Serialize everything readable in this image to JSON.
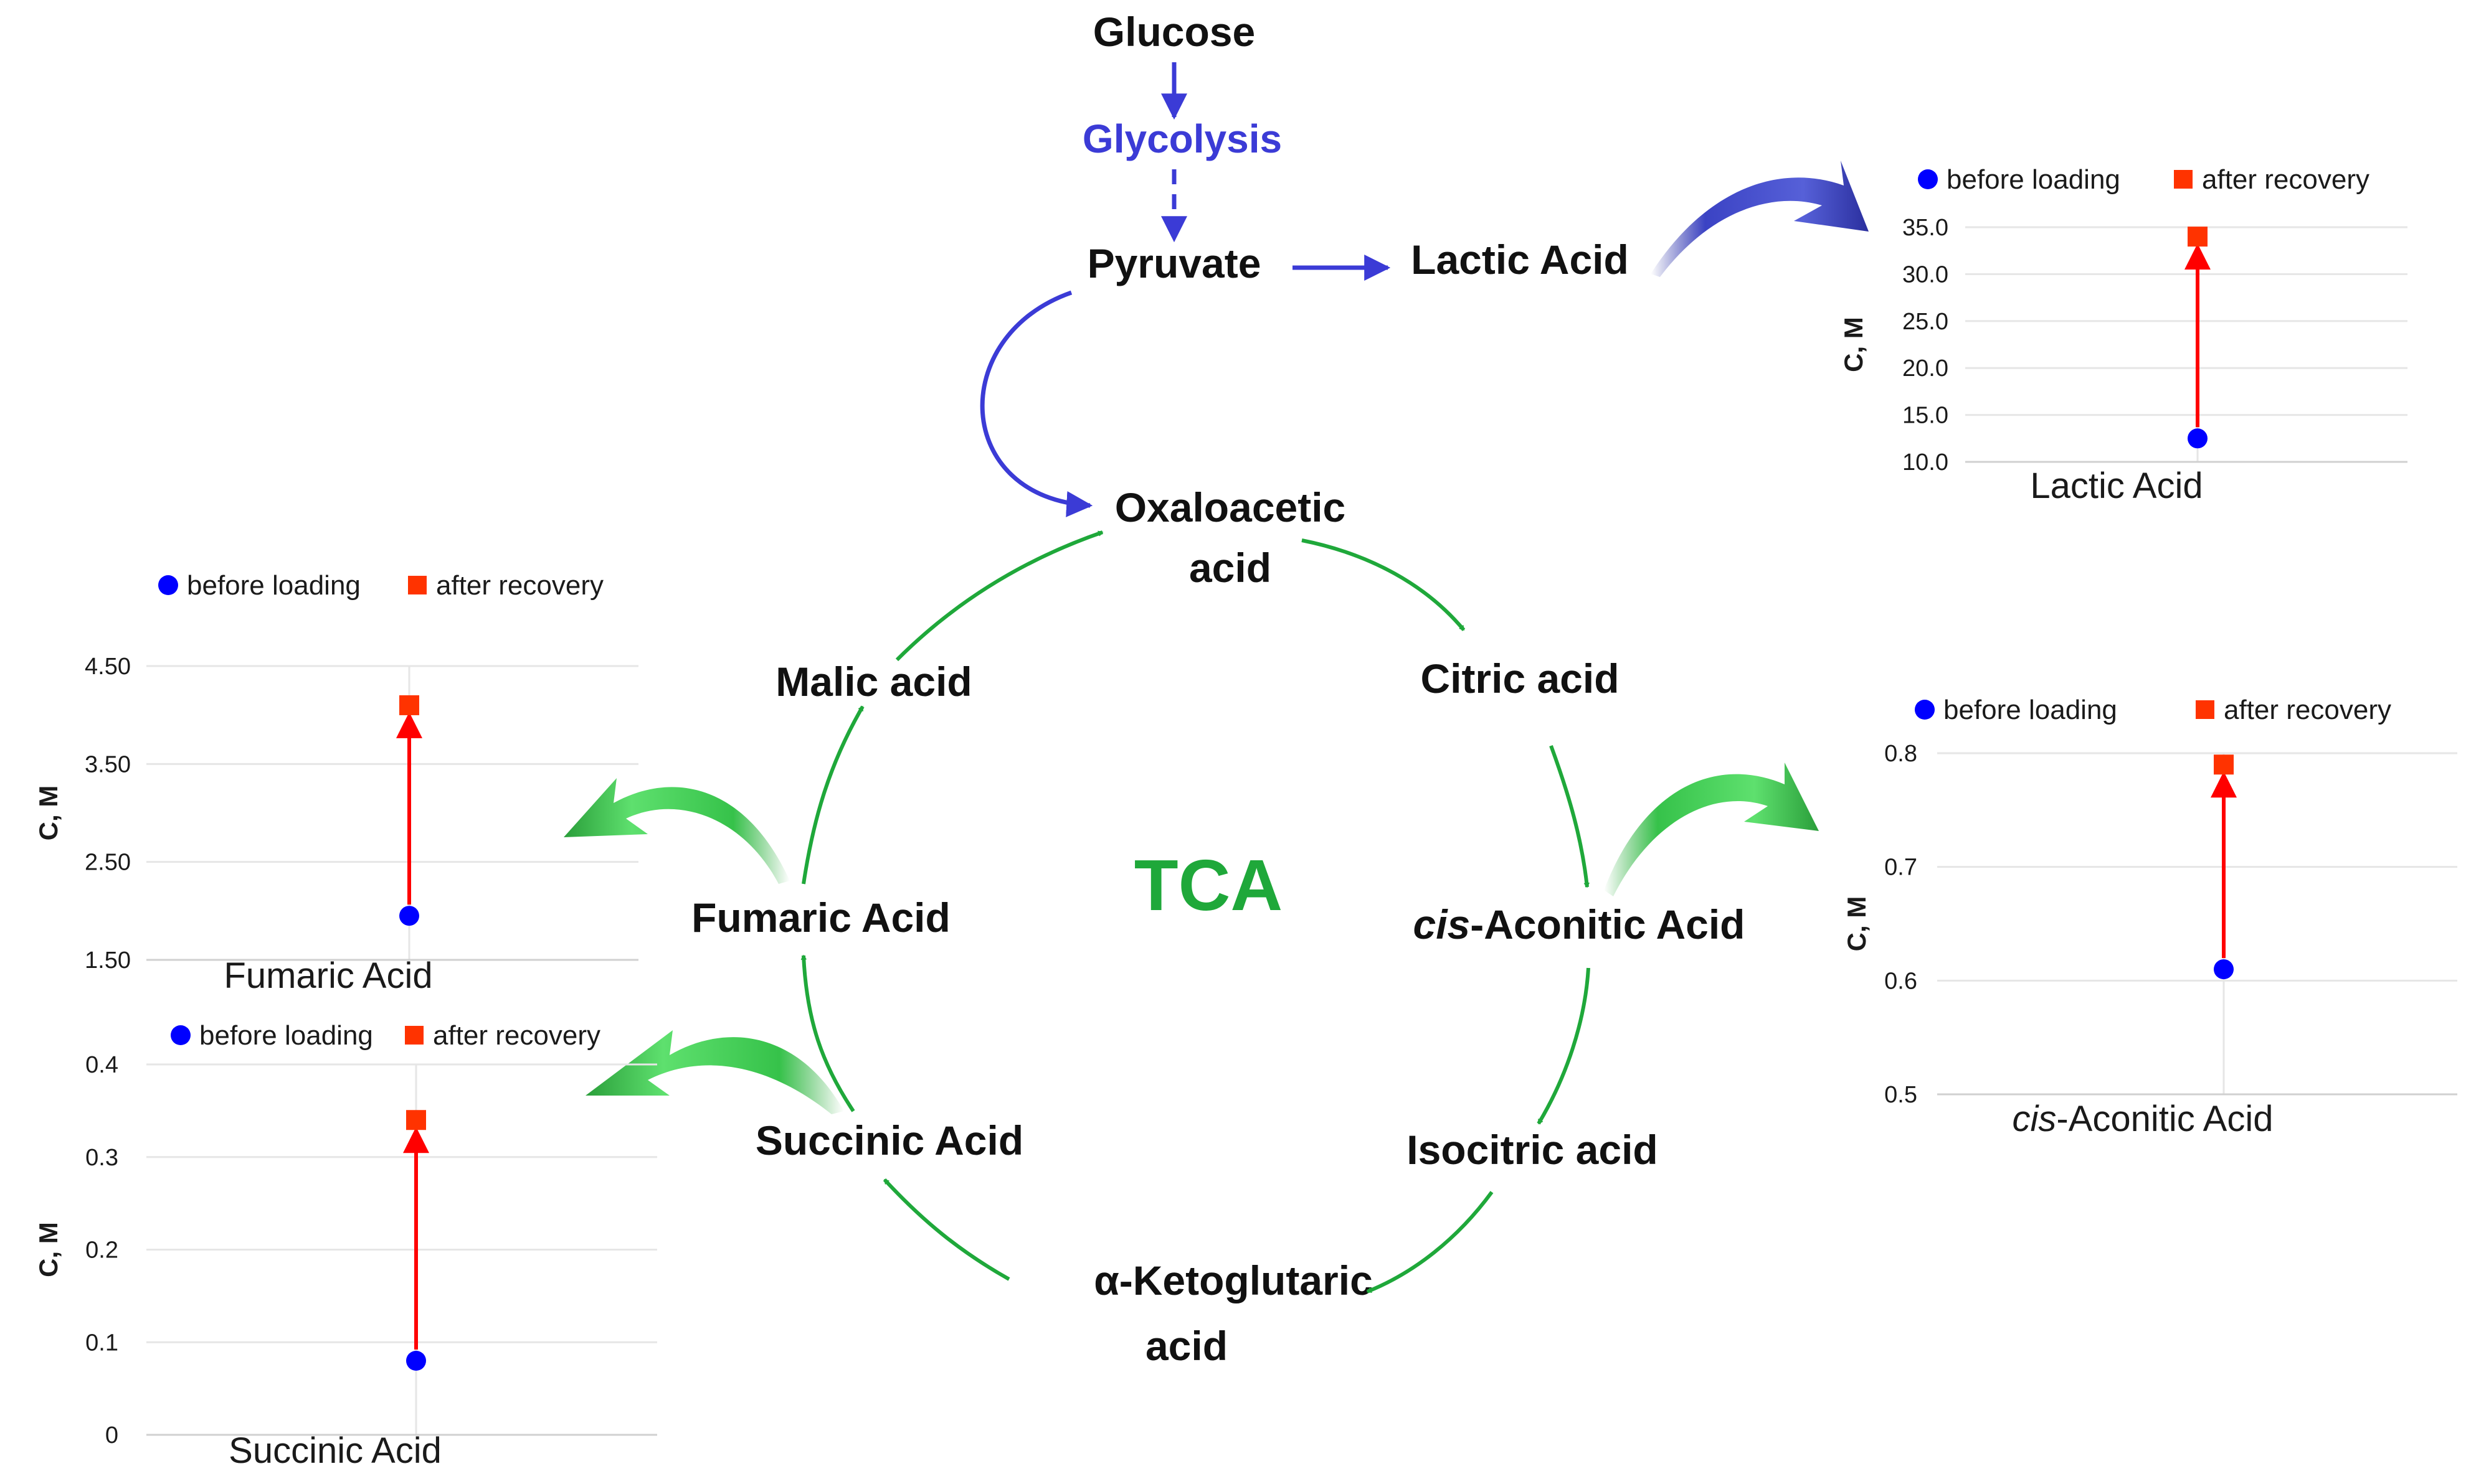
{
  "colors": {
    "blue_path": "#3b3bd6",
    "tca_green": "#1fa83a",
    "before_marker": "#0000ff",
    "after_marker": "#ff3300",
    "change_arrow": "#ff0000",
    "text": "#111111"
  },
  "diagram": {
    "glucose": "Glucose",
    "glycolysis": "Glycolysis",
    "pyruvate": "Pyruvate",
    "lactic_acid": "Lactic Acid",
    "oxaloacetic_1": "Oxaloacetic",
    "oxaloacetic_2": "acid",
    "citric": "Citric acid",
    "cis_prefix": "cis",
    "cis_rest": "-Aconitic Acid",
    "isocitric": "Isocitric acid",
    "ketoglutaric_1": "α-Ketoglutaric",
    "ketoglutaric_2": "acid",
    "succinic": "Succinic Acid",
    "fumaric": "Fumaric Acid",
    "malic": "Malic acid",
    "tca": "TCA"
  },
  "chart_data": [
    {
      "type": "scatter",
      "xlabel": "Lactic Acid",
      "ylabel": "C, M",
      "ylim": [
        10.0,
        35.0
      ],
      "yticks": [
        "10.0",
        "15.0",
        "20.0",
        "25.0",
        "30.0",
        "35.0"
      ],
      "legend": [
        "before loading",
        "after recovery"
      ],
      "before_loading": 12.5,
      "after_recovery": 34.0
    },
    {
      "type": "scatter",
      "xlabel_prefix": "cis",
      "xlabel": "-Aconitic Acid",
      "ylabel": "C, M",
      "ylim": [
        0.5,
        0.8
      ],
      "yticks": [
        "0.5",
        "0.6",
        "0.7",
        "0.8"
      ],
      "legend": [
        "before loading",
        "after recovery"
      ],
      "before_loading": 0.61,
      "after_recovery": 0.79
    },
    {
      "type": "scatter",
      "xlabel": "Fumaric Acid",
      "ylabel": "C, M",
      "ylim": [
        1.5,
        4.5
      ],
      "yticks": [
        "1.50",
        "2.50",
        "3.50",
        "4.50"
      ],
      "legend": [
        "before loading",
        "after recovery"
      ],
      "before_loading": 1.95,
      "after_recovery": 4.1
    },
    {
      "type": "scatter",
      "xlabel": "Succinic Acid",
      "ylabel": "C, M",
      "ylim": [
        0,
        0.4
      ],
      "yticks": [
        "0",
        "0.1",
        "0.2",
        "0.3",
        "0.4"
      ],
      "legend": [
        "before loading",
        "after recovery"
      ],
      "before_loading": 0.08,
      "after_recovery": 0.34
    }
  ]
}
